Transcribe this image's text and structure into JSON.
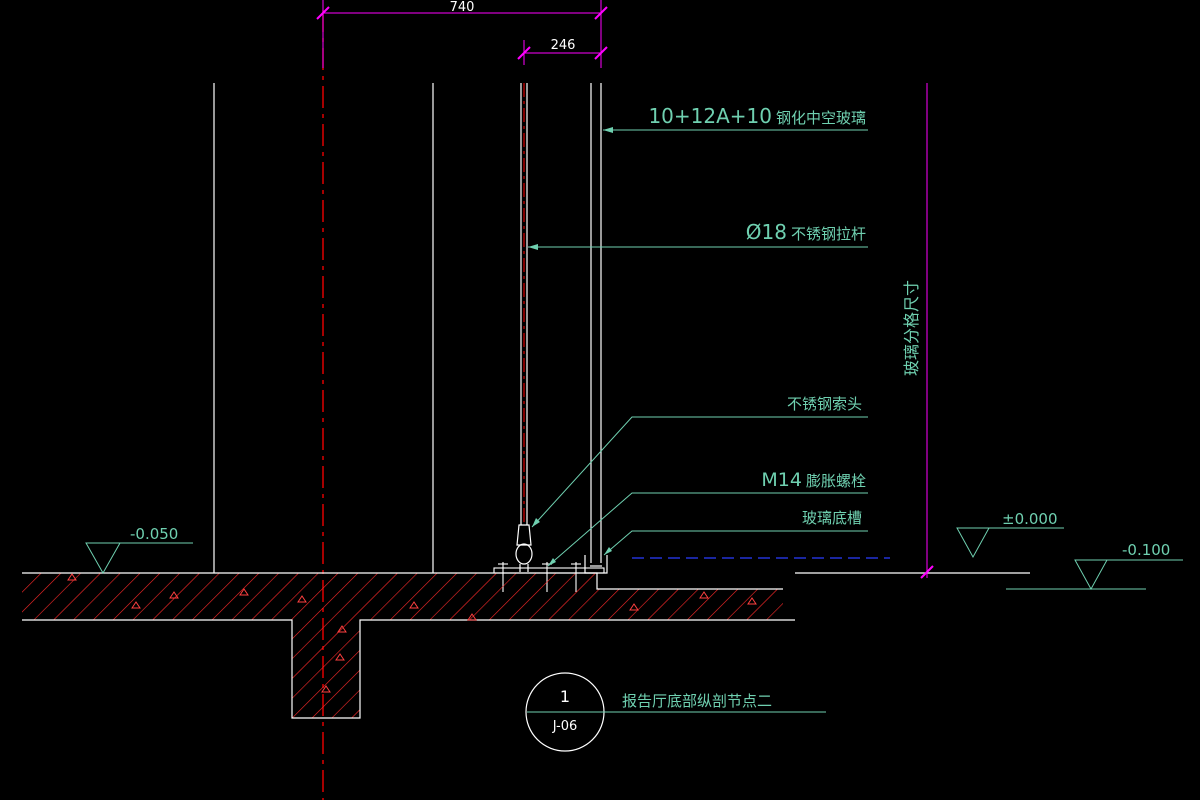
{
  "colors": {
    "background": "#000000",
    "leader": "#6fd0b0",
    "dimension": "#ff00ff",
    "centerline": "#ff0000",
    "concrete_hatch": "#ff2a2a",
    "structure": "#ffffff",
    "water_line": "#0000ff"
  },
  "dimensions": {
    "top_overall": "740",
    "top_partial": "246",
    "vertical_label": "玻璃分格尺寸"
  },
  "annotations": {
    "glass": "10+12A+10",
    "glass_suffix": "钢化中空玻璃",
    "rod": "Ø18",
    "rod_suffix": "不锈钢拉杆",
    "cable_head": "不锈钢索头",
    "bolt": "M14",
    "bolt_suffix": "膨胀螺栓",
    "glass_channel": "玻璃底槽"
  },
  "elevations": {
    "left": "-0.050",
    "middle": "±0.000",
    "right": "-0.100"
  },
  "detail_callout": {
    "number": "1",
    "sheet": "J-06",
    "title": "报告厅底部纵剖节点二"
  }
}
